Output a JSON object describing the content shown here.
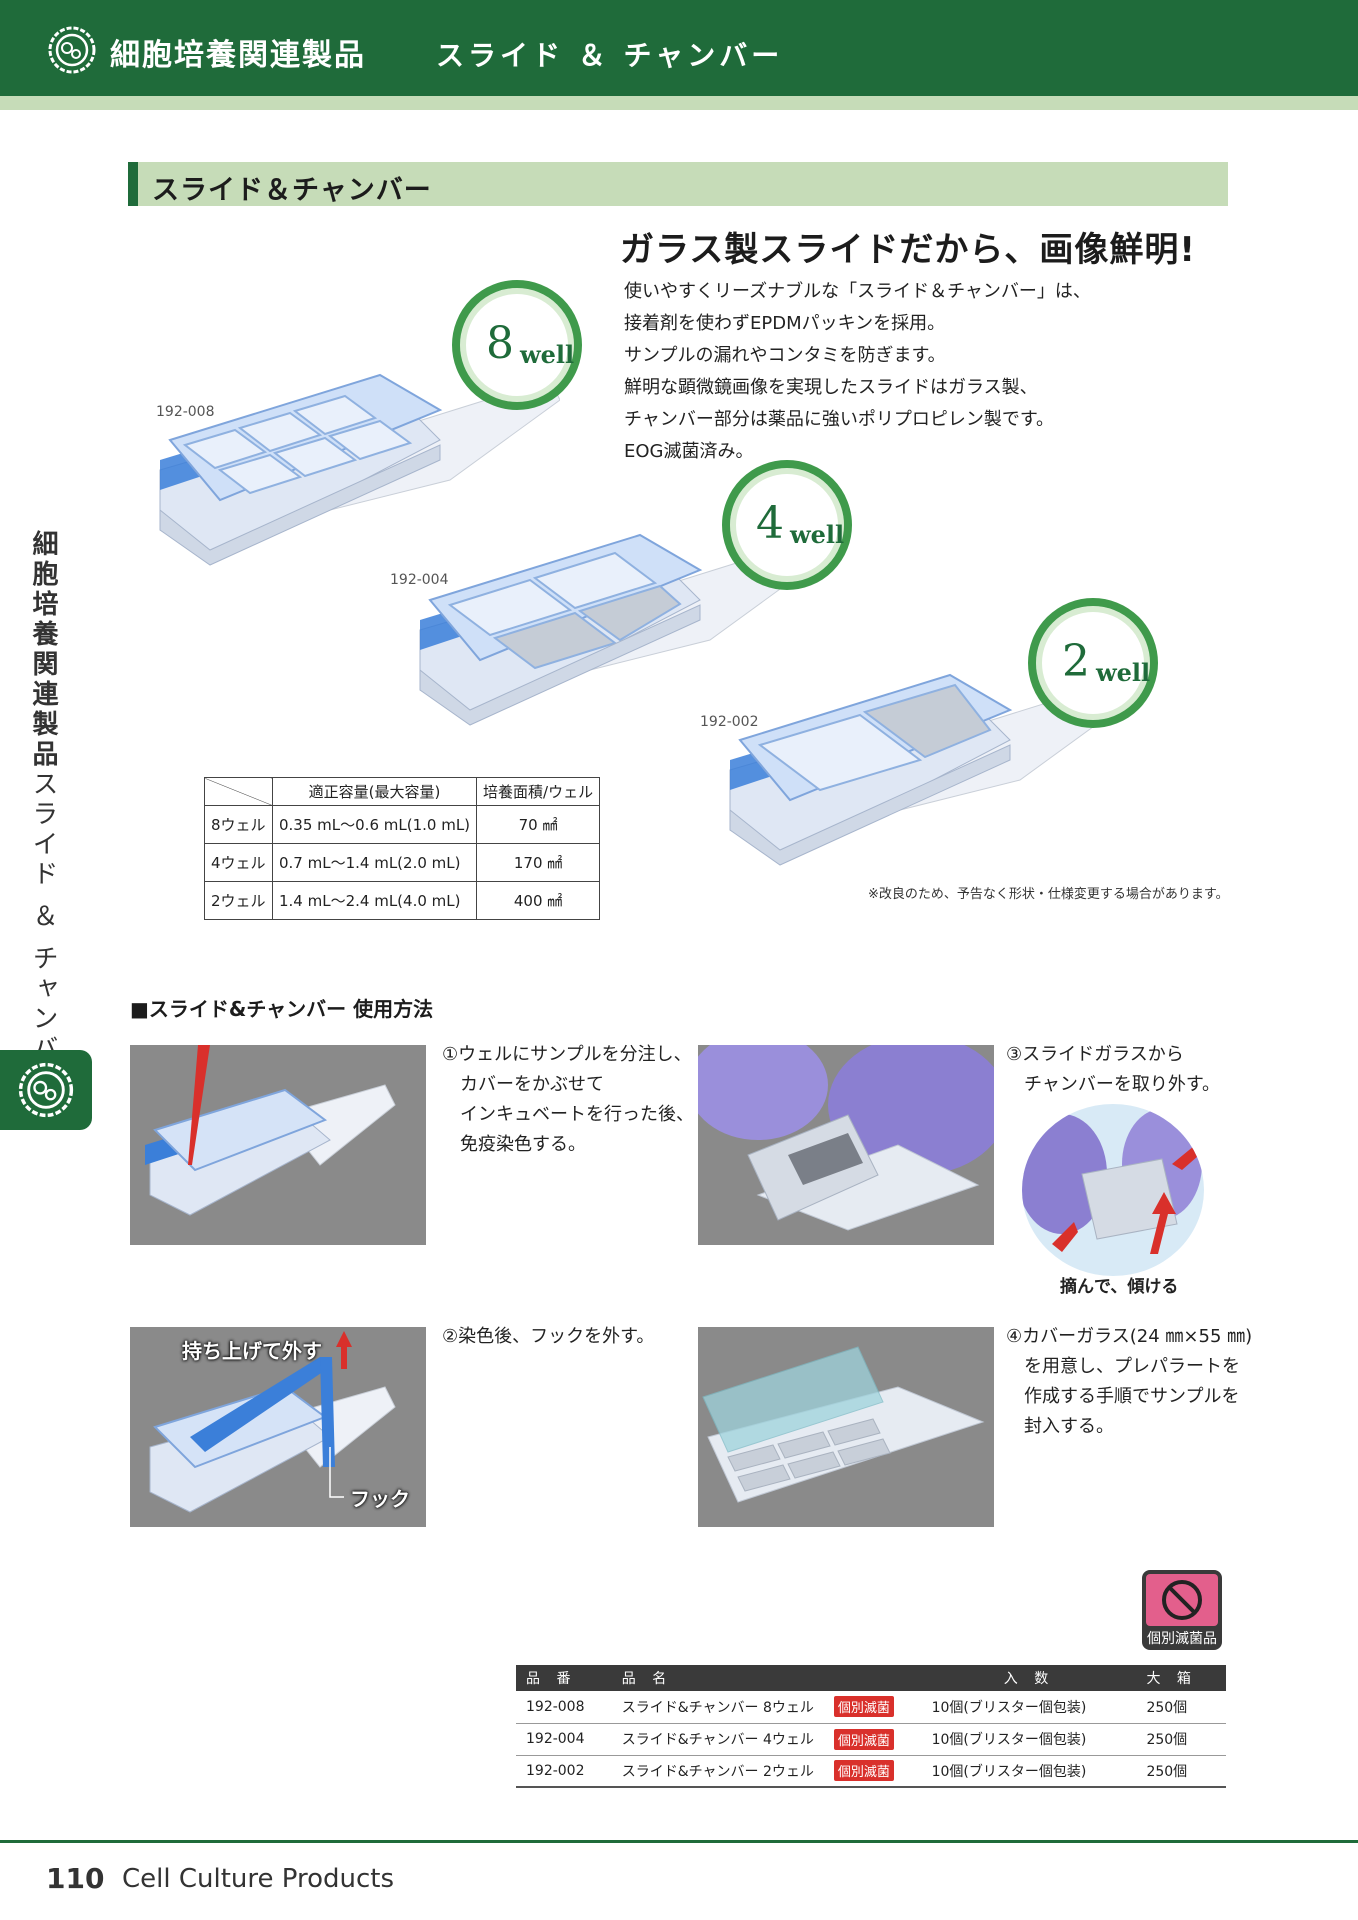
{
  "header": {
    "title": "細胞培養関連製品",
    "subtitle": "スライド ＆ チャンバー"
  },
  "side": {
    "vertical_main": "細胞培養関連製品",
    "vertical_sub": "スライド ＆ チャンバー"
  },
  "section": {
    "title": "スライド＆チャンバー"
  },
  "headline": "ガラス製スライドだから、画像鮮明!",
  "description": [
    "使いやすくリーズナブルな「スライド＆チャンバー」は、",
    "接着剤を使わずEPDMパッキンを採用。",
    "サンプルの漏れやコンタミを防ぎます。",
    "鮮明な顕微鏡画像を実現したスライドはガラス製、",
    "チャンバー部分は薬品に強いポリプロピレン製です。",
    "EOG滅菌済み。"
  ],
  "badges": [
    {
      "number": "8",
      "word": "well"
    },
    {
      "number": "4",
      "word": "well"
    },
    {
      "number": "2",
      "word": "well"
    }
  ],
  "product_codes": [
    "192-008",
    "192-004",
    "192-002"
  ],
  "spec_table": {
    "headers": [
      "適正容量(最大容量)",
      "培養面積/ウェル"
    ],
    "rows": [
      {
        "label": "8ウェル",
        "volume": "0.35 mL～0.6 mL(1.0 mL)",
        "area": "70 ㎟"
      },
      {
        "label": "4ウェル",
        "volume": "0.7 mL～1.4 mL(2.0 mL)",
        "area": "170 ㎟"
      },
      {
        "label": "2ウェル",
        "volume": "1.4 mL～2.4 mL(4.0 mL)",
        "area": "400 ㎟"
      }
    ]
  },
  "note": "※改良のため、予告なく形状・仕様変更する場合があります。",
  "usage": {
    "title": "■スライド&チャンバー 使用方法",
    "step1": [
      "①ウェルにサンプルを分注し、",
      "　カバーをかぶせて",
      "　インキュベートを行った後、",
      "　免疫染色する。"
    ],
    "step2": [
      "②染色後、フックを外す。"
    ],
    "step3": [
      "③スライドガラスから",
      "　チャンバーを取り外す。"
    ],
    "step4": [
      "④カバーガラス(24 ㎜×55 ㎜)",
      "　を用意し、プレパラートを",
      "　作成する手順でサンプルを",
      "　封入する。"
    ],
    "photo_lift": "持ち上げて外す",
    "photo_hook": "フック",
    "circle_caption": "摘んで、傾ける"
  },
  "sterile_badge": "個別滅菌品",
  "order_table": {
    "headers": [
      "品 番",
      "品 名",
      "",
      "入 数",
      "大 箱"
    ],
    "rows": [
      {
        "code": "192-008",
        "name": "スライド&チャンバー 8ウェル",
        "tag": "個別滅菌",
        "qty": "10個(ブリスター個包装)",
        "box": "250個"
      },
      {
        "code": "192-004",
        "name": "スライド&チャンバー 4ウェル",
        "tag": "個別滅菌",
        "qty": "10個(ブリスター個包装)",
        "box": "250個"
      },
      {
        "code": "192-002",
        "name": "スライド&チャンバー 2ウェル",
        "tag": "個別滅菌",
        "qty": "10個(ブリスター個包装)",
        "box": "250個"
      }
    ]
  },
  "footer": {
    "page": "110",
    "text": "Cell Culture Products"
  },
  "colors": {
    "brand_green": "#1f6b3a",
    "light_green": "#c6dcb8",
    "sterile_red": "#d9302b",
    "chamber_blue": "#3b7fd9"
  }
}
